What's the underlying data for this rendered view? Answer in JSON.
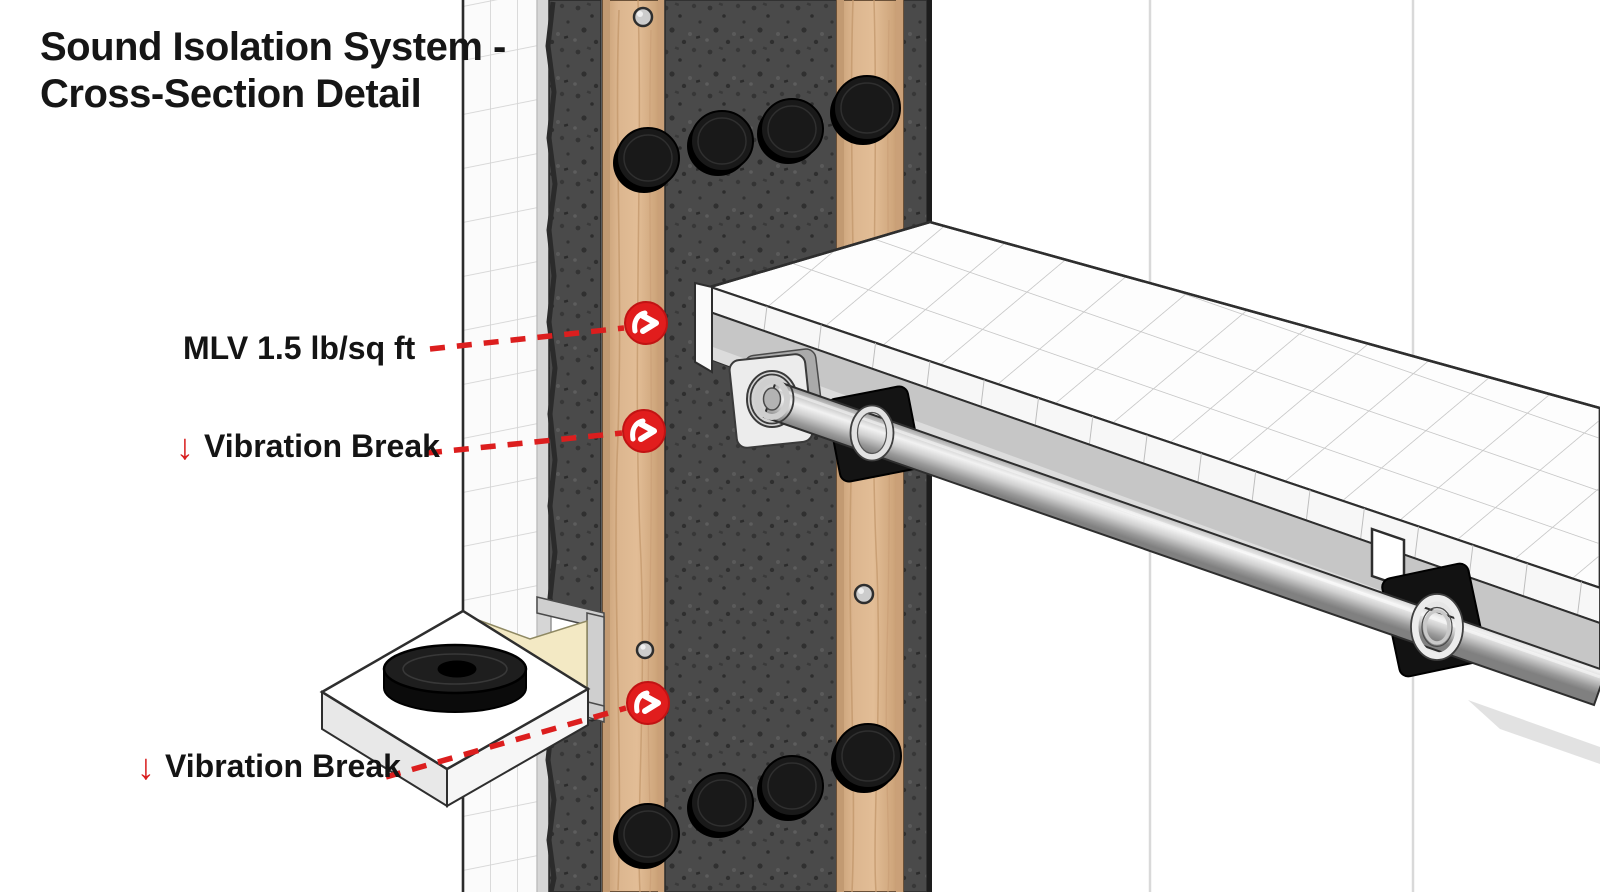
{
  "title": {
    "line1": "Sound Isolation System -",
    "line2": "Cross-Section Detail"
  },
  "annotations": {
    "mlv": {
      "label": "MLV 1.5 lb/sq ft"
    },
    "vibration_break_upper": {
      "label": "Vibration Break",
      "arrow_glyph": "↓"
    },
    "vibration_break_lower": {
      "label": "Vibration Break",
      "arrow_glyph": "↓"
    }
  },
  "icons": {
    "annotation_marker": "curved-arrow-icon",
    "label_arrow": "down-arrow-icon"
  },
  "palette": {
    "accent_red": "#DC1E1E",
    "insulation_gray": "#4A4A4A",
    "wood_tan": "#D8B28C",
    "isolation_pad_black": "#191919",
    "sealant_cream": "#F3E9C4",
    "metal_silver": "#E6E6E6",
    "tile_white": "#FDFDFD",
    "grout_gray": "#C9C9C9"
  }
}
